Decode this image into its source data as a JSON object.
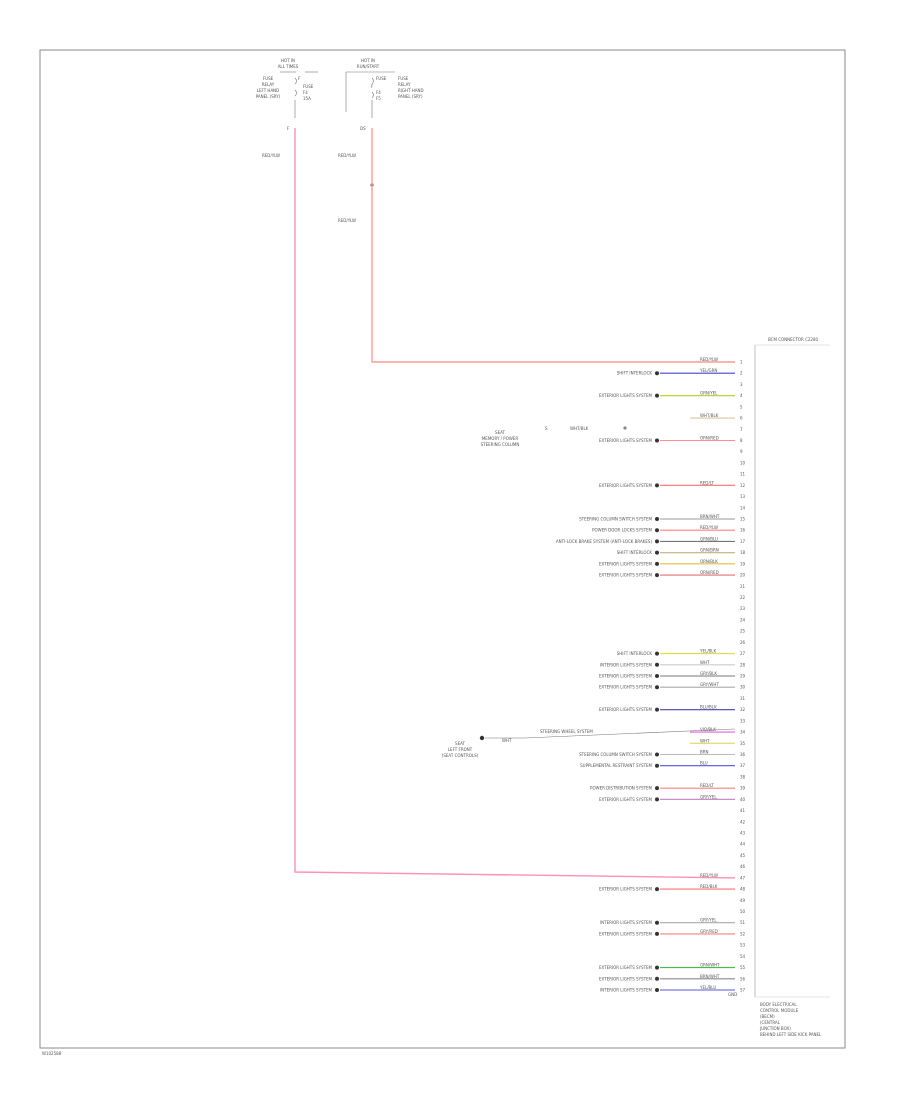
{
  "figure_code": "W102588",
  "header": {
    "left_fuse": {
      "title_lines": [
        "HOT IN",
        "ALL TIMES"
      ],
      "desc_lines": [
        "FUSE",
        "RELAY",
        "LEFT HAND",
        "PANEL (SRY)"
      ],
      "fuse_lines": [
        "F",
        "FUSE",
        "F4",
        "15A"
      ]
    },
    "right_fuse": {
      "title_lines": [
        "HOT IN",
        "RUN/START"
      ],
      "fuse_lines": [
        "FUSE",
        "F",
        "F4",
        "F5"
      ],
      "desc_lines": [
        "FUSE",
        "RELAY",
        "RIGHT HAND",
        "PANEL (SRY)"
      ]
    }
  },
  "left_wire": {
    "pin": "F",
    "label": "RED/YLW",
    "color": "#ff8fb8"
  },
  "right_wire": {
    "pin": "DS",
    "label": "RED/YLW",
    "color": "#ff9a9a",
    "label2": "RED/YLW",
    "splice_label": "S"
  },
  "module": {
    "name_lines": [
      "BODY ELECTRICAL",
      "CONTROL MODULE",
      "(BECM)",
      "(CENTRAL",
      "JUNCTION BOX)",
      "BEHIND LEFT SIDE KICK PANEL"
    ],
    "header_label": "BCM CONNECTOR C2280",
    "gnd_label": "GND",
    "pins": [
      {
        "pin": "1",
        "wire": "RED/YLW",
        "color": "#ff8fb8",
        "dest": ""
      },
      {
        "pin": "2",
        "wire": "YEL/GRN",
        "color": "#4444cc",
        "dest": "SHIFT INTERLOCK"
      },
      {
        "pin": "3",
        "wire": "",
        "color": "",
        "dest": ""
      },
      {
        "pin": "4",
        "wire": "GRN/YEL",
        "color": "#b0d020",
        "dest": "EXTERIOR LIGHTS SYSTEM"
      },
      {
        "pin": "5",
        "wire": "",
        "color": "",
        "dest": ""
      },
      {
        "pin": "6",
        "wire": "WHT/BLK",
        "color": "#d8c8a0",
        "dest": ""
      },
      {
        "pin": "7",
        "wire": "",
        "color": "",
        "dest": ""
      },
      {
        "pin": "8",
        "wire": "ORN/RED",
        "color": "#ff9090",
        "dest": "EXTERIOR LIGHTS SYSTEM"
      },
      {
        "pin": "9",
        "wire": "",
        "color": "",
        "dest": ""
      },
      {
        "pin": "10",
        "wire": "",
        "color": "",
        "dest": ""
      },
      {
        "pin": "11",
        "wire": "",
        "color": "",
        "dest": ""
      },
      {
        "pin": "12",
        "wire": "RED/LT",
        "color": "#ff7070",
        "dest": "EXTERIOR LIGHTS SYSTEM"
      },
      {
        "pin": "13",
        "wire": "",
        "color": "",
        "dest": ""
      },
      {
        "pin": "14",
        "wire": "",
        "color": "",
        "dest": ""
      },
      {
        "pin": "15",
        "wire": "BRN/WHT",
        "color": "#999999",
        "dest": "STEERING COLUMN SWITCH SYSTEM"
      },
      {
        "pin": "16",
        "wire": "RED/YLW",
        "color": "#ff8080",
        "dest": "POWER DOOR LOCKS SYSTEM"
      },
      {
        "pin": "17",
        "wire": "GRN/BLU",
        "color": "#777777",
        "dest": "ANTI-LOCK BRAKE SYSTEM (ANTI-LOCK BRAKES)"
      },
      {
        "pin": "18",
        "wire": "GRN/BRN",
        "color": "#c8b080",
        "dest": "SHIFT INTERLOCK"
      },
      {
        "pin": "19",
        "wire": "ORN/BLK",
        "color": "#e0c040",
        "dest": "EXTERIOR LIGHTS SYSTEM"
      },
      {
        "pin": "20",
        "wire": "ORN/RED",
        "color": "#e07070",
        "dest": "EXTERIOR LIGHTS SYSTEM"
      },
      {
        "pin": "21",
        "wire": "",
        "color": "",
        "dest": ""
      },
      {
        "pin": "22",
        "wire": "",
        "color": "",
        "dest": ""
      },
      {
        "pin": "23",
        "wire": "",
        "color": "",
        "dest": ""
      },
      {
        "pin": "24",
        "wire": "",
        "color": "",
        "dest": ""
      },
      {
        "pin": "25",
        "wire": "",
        "color": "",
        "dest": ""
      },
      {
        "pin": "26",
        "wire": "",
        "color": "",
        "dest": ""
      },
      {
        "pin": "27",
        "wire": "YEL/BLK",
        "color": "#e0e040",
        "dest": "SHIFT INTERLOCK"
      },
      {
        "pin": "28",
        "wire": "WHT",
        "color": "#cccccc",
        "dest": "INTERIOR LIGHTS SYSTEM"
      },
      {
        "pin": "29",
        "wire": "GRY/BLK",
        "color": "#777777",
        "dest": "EXTERIOR LIGHTS SYSTEM"
      },
      {
        "pin": "30",
        "wire": "GRY/WHT",
        "color": "#aaaaaa",
        "dest": "EXTERIOR LIGHTS SYSTEM"
      },
      {
        "pin": "31",
        "wire": "",
        "color": "",
        "dest": ""
      },
      {
        "pin": "32",
        "wire": "BLU/BLK",
        "color": "#4444aa",
        "dest": "EXTERIOR LIGHTS SYSTEM"
      },
      {
        "pin": "33",
        "wire": "",
        "color": "",
        "dest": ""
      },
      {
        "pin": "34",
        "wire": "VIO/BLK",
        "color": "#e060e0",
        "dest": ""
      },
      {
        "pin": "35",
        "wire": "WHT",
        "color": "#dddd60",
        "dest": ""
      },
      {
        "pin": "36",
        "wire": "BRN",
        "color": "#bbbbbb",
        "dest": "STEERING COLUMN SWITCH SYSTEM"
      },
      {
        "pin": "37",
        "wire": "BLU",
        "color": "#5555dd",
        "dest": "SUPPLEMENTAL RESTRAINT SYSTEM"
      },
      {
        "pin": "38",
        "wire": "",
        "color": "",
        "dest": ""
      },
      {
        "pin": "39",
        "wire": "RED/LT",
        "color": "#ff8080",
        "dest": "POWER DISTRIBUTION SYSTEM"
      },
      {
        "pin": "40",
        "wire": "GRY/YEL",
        "color": "#c080c0",
        "dest": "EXTERIOR LIGHTS SYSTEM"
      },
      {
        "pin": "41",
        "wire": "",
        "color": "",
        "dest": ""
      },
      {
        "pin": "42",
        "wire": "",
        "color": "",
        "dest": ""
      },
      {
        "pin": "43",
        "wire": "",
        "color": "",
        "dest": ""
      },
      {
        "pin": "44",
        "wire": "",
        "color": "",
        "dest": ""
      },
      {
        "pin": "45",
        "wire": "",
        "color": "",
        "dest": ""
      },
      {
        "pin": "46",
        "wire": "",
        "color": "",
        "dest": ""
      },
      {
        "pin": "47",
        "wire": "RED/YLW",
        "color": "#ff8fb8",
        "dest": ""
      },
      {
        "pin": "48",
        "wire": "RED/BLK",
        "color": "#ff7070",
        "dest": "EXTERIOR LIGHTS SYSTEM"
      },
      {
        "pin": "49",
        "wire": "",
        "color": "",
        "dest": ""
      },
      {
        "pin": "50",
        "wire": "",
        "color": "",
        "dest": ""
      },
      {
        "pin": "51",
        "wire": "GRY/YEL",
        "color": "#aaaaaa",
        "dest": "INTERIOR LIGHTS SYSTEM"
      },
      {
        "pin": "52",
        "wire": "GRY/RED",
        "color": "#ff8080",
        "dest": "EXTERIOR LIGHTS SYSTEM"
      },
      {
        "pin": "53",
        "wire": "",
        "color": "",
        "dest": ""
      },
      {
        "pin": "54",
        "wire": "",
        "color": "",
        "dest": ""
      },
      {
        "pin": "55",
        "wire": "GRN/WHT",
        "color": "#40c040",
        "dest": "EXTERIOR LIGHTS SYSTEM"
      },
      {
        "pin": "56",
        "wire": "BRN/WHT",
        "color": "#888888",
        "dest": "EXTERIOR LIGHTS SYSTEM"
      },
      {
        "pin": "57",
        "wire": "YEL/BLU",
        "color": "#5555dd",
        "dest": "INTERIOR LIGHTS SYSTEM"
      }
    ]
  },
  "seat_splice": {
    "lines": [
      "SEAT",
      "MEMORY / POWER",
      "STEERING COLUMN"
    ],
    "splice": "S",
    "wire": "WHT/BLK",
    "color": "#d8c8a0"
  },
  "lower_splice": {
    "lines": [
      "SEAT",
      "LEFT FRONT",
      "(SEAT CONTROLS)"
    ],
    "wire": "WHT",
    "label": "STEERING WHEEL SYSTEM",
    "color": "#e0e040"
  }
}
